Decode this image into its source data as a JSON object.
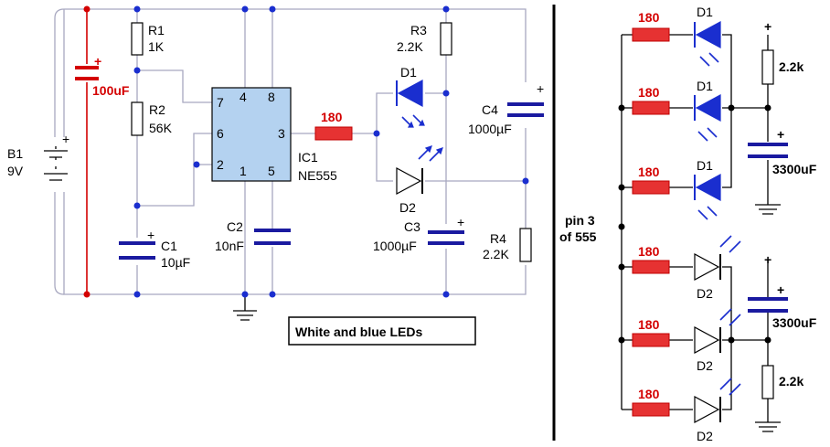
{
  "left_circuit": {
    "battery": {
      "ref": "B1",
      "value": "9V",
      "plus": "+"
    },
    "cap_100": {
      "value": "100uF",
      "plus": "+"
    },
    "r1": {
      "ref": "R1",
      "value": "1K"
    },
    "r2": {
      "ref": "R2",
      "value": "56K"
    },
    "c1": {
      "ref": "C1",
      "value": "10µF",
      "plus": "+"
    },
    "c2": {
      "ref": "C2",
      "value": "10nF"
    },
    "ic": {
      "ref": "IC1",
      "value": "NE555",
      "pins": [
        "7",
        "4",
        "8",
        "6",
        "3",
        "2",
        "1",
        "5"
      ]
    },
    "r180": {
      "value": "180"
    },
    "r3": {
      "ref": "R3",
      "value": "2.2K"
    },
    "d1": {
      "ref": "D1"
    },
    "d2": {
      "ref": "D2"
    },
    "c3": {
      "ref": "C3",
      "value": "1000µF",
      "plus": "+"
    },
    "c4": {
      "ref": "C4",
      "value": "1000µF",
      "plus": "+"
    },
    "r4": {
      "ref": "R4",
      "value": "2.2K"
    }
  },
  "caption": "White and blue LEDs",
  "right_circuit": {
    "pin_label_line1": "pin 3",
    "pin_label_line2": "of 555",
    "resistor_value": "180",
    "d1": "D1",
    "d2": "D2",
    "r_top": "2.2k",
    "r_bottom": "2.2k",
    "cap_top": "3300uF",
    "cap_bottom": "3300uF",
    "plus": "+"
  },
  "colors": {
    "wire": "#a8a8c0",
    "power_wire": "#d40000",
    "node": "#1a2ecf",
    "led_blue": "#1a2ecf",
    "resistor_180": "#e63232",
    "ic_fill": "#b4d2f0"
  }
}
